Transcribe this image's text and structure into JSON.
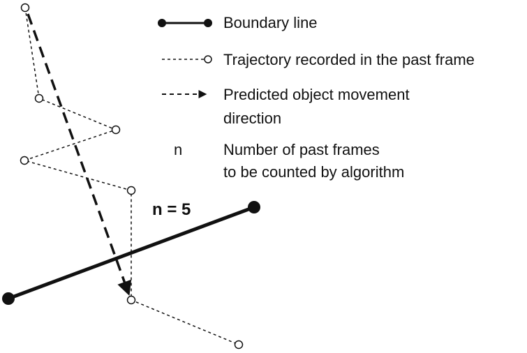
{
  "legend": {
    "boundary_label": "Boundary line",
    "trajectory_label": "Trajectory recorded in the past frame",
    "predicted_label_line1": "Predicted object movement",
    "predicted_label_line2": "direction",
    "n_symbol": "n",
    "n_description_line1": "Number of past frames",
    "n_description_line2": "to be counted by algorithm"
  },
  "annotation": {
    "n_value": "n = 5"
  },
  "colors": {
    "ink": "#111111",
    "background": "#ffffff"
  }
}
